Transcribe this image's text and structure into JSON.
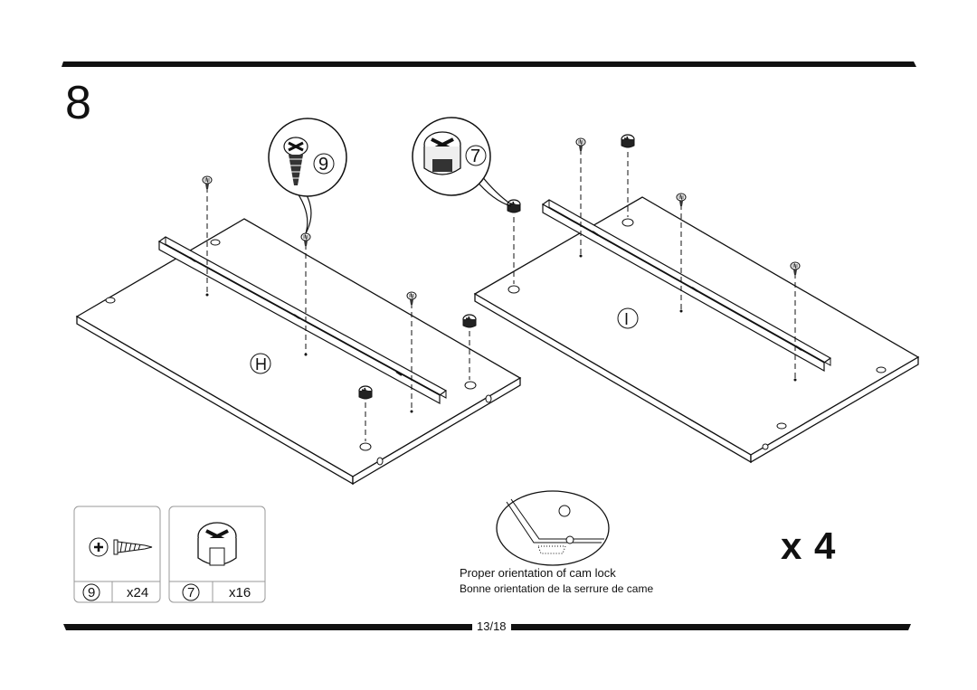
{
  "step": {
    "number": "8"
  },
  "panels": [
    {
      "id": "panel-h",
      "label": "H"
    },
    {
      "id": "panel-i",
      "label": "I"
    }
  ],
  "callouts": [
    {
      "id": "screw-callout",
      "part_number": "9",
      "icon": "screw-icon"
    },
    {
      "id": "cam-lock-callout",
      "part_number": "7",
      "icon": "cam-lock-icon"
    }
  ],
  "parts": [
    {
      "number": "9",
      "quantity": "x24",
      "icon": "screw-icon"
    },
    {
      "number": "7",
      "quantity": "x16",
      "icon": "cam-lock-icon"
    }
  ],
  "multiplier": "x 4",
  "orientation_note": {
    "english": "Proper orientation of cam lock",
    "french": "Bonne orientation de la serrure de came"
  },
  "footer": {
    "page": "13/18"
  }
}
